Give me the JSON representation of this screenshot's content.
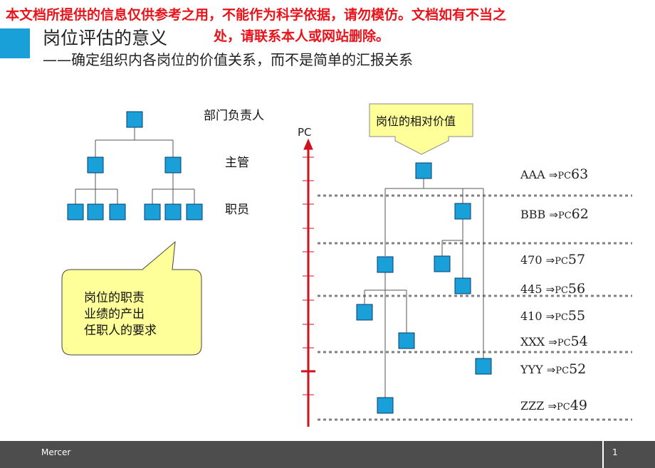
{
  "watermark": {
    "line1": "本文档所提供的信息仅供参考之用，不能作为科学依据，请勿模仿。文档如有不当之",
    "line2": "处，请联系本人或网站删除。"
  },
  "slide": {
    "title": "岗位评估的意义",
    "subtitle": "——确定组织内各岗位的价值关系，而不是简单的汇报关系"
  },
  "org_chart": {
    "levels": [
      "部门负责人",
      "主管",
      "职员"
    ],
    "callout_lines": [
      "岗位的职责",
      "业绩的产出",
      "任职人的要求"
    ]
  },
  "value_chart": {
    "box_label": "岗位的相对价值",
    "axis_label": "PC",
    "rows": [
      {
        "code": "AAA",
        "arrow": "⇒",
        "prefix": "PC",
        "grade": "63"
      },
      {
        "code": "BBB",
        "arrow": "⇒",
        "prefix": "PC",
        "grade": "62"
      },
      {
        "code": "470",
        "arrow": "⇒",
        "prefix": "PC",
        "grade": "57"
      },
      {
        "code": "445",
        "arrow": "⇒",
        "prefix": "PC",
        "grade": "56"
      },
      {
        "code": "410",
        "arrow": "⇒",
        "prefix": "PC",
        "grade": "55"
      },
      {
        "code": "XXX",
        "arrow": "⇒",
        "prefix": "PC",
        "grade": "54"
      },
      {
        "code": "YYY",
        "arrow": "⇒",
        "prefix": "PC",
        "grade": "52"
      },
      {
        "code": "ZZZ",
        "arrow": "⇒",
        "prefix": "PC",
        "grade": "49"
      }
    ]
  },
  "footer": {
    "brand": "Mercer",
    "page": "1"
  },
  "colors": {
    "box_fill": "#1aa0d8",
    "box_stroke": "#0b3d6b",
    "axis_red": "#d0101a",
    "callout_fill": "#ffff99",
    "watermark_red": "#e8141b",
    "footer_gray": "#4d4d4d"
  }
}
